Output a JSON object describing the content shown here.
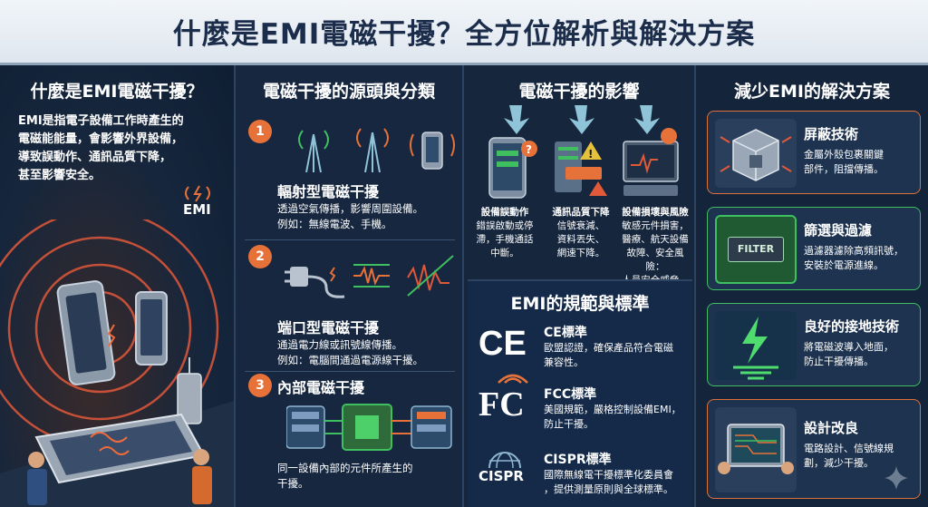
{
  "title": "什麼是EMI電磁干擾？全方位解析與解決方案",
  "col1": {
    "heading": "什麼是EMI電磁干擾？",
    "intro": [
      "EMI是指電子設備工作時產生的",
      "電磁能能量，會影響外界設備，",
      "導致誤動作、通訊品質下降，",
      "甚至影響安全。"
    ],
    "emi_label": "EMI"
  },
  "col2": {
    "heading": "電磁干擾的源頭與分類",
    "items": [
      {
        "num": "1",
        "title": "輻射型電磁干擾",
        "desc": [
          "透過空氣傳播，影響周圍設備。",
          "例如：無線電波、手機。"
        ]
      },
      {
        "num": "2",
        "title": "端口型電磁干擾",
        "desc": [
          "通過電力線或訊號線傳播。",
          "例如：電腦間通過電源線干擾。"
        ]
      },
      {
        "num": "3",
        "title": "內部電磁干擾",
        "desc": [
          "同一設備內部的元件所產生的",
          "干擾。"
        ]
      }
    ]
  },
  "col3": {
    "heading": "電磁干擾的影響",
    "impacts": [
      {
        "title": "設備誤動作",
        "desc": [
          "錯誤啟動或停",
          "滯，手機通話",
          "中斷。"
        ]
      },
      {
        "title": "通訊品質下降",
        "desc": [
          "信號衰減、",
          "資料丟失、",
          "網速下降。"
        ]
      },
      {
        "title": "設備損壞與風險",
        "desc": [
          "敏感元件損害，",
          "醫療、航天設備",
          "故障、安全風險：",
          "人員安全威脅。"
        ]
      }
    ],
    "standards_heading": "EMI的規範與標準",
    "standards": [
      {
        "logo": "CE",
        "name": "CE標準",
        "desc": [
          "歐盟認證，確保產品符合電磁",
          "兼容性。"
        ]
      },
      {
        "logo": "FC",
        "name": "FCC標準",
        "desc": [
          "美國規範，嚴格控制設備EMI，",
          "防止干擾。"
        ]
      },
      {
        "logo": "CISPR",
        "name": "CISPR標準",
        "desc": [
          "國際無線電干擾標準化委員會",
          "，提供測量原則與全球標準。"
        ]
      }
    ]
  },
  "col4": {
    "heading": "減少EMI的解決方案",
    "solutions": [
      {
        "name": "屏蔽技術",
        "desc": [
          "金屬外殼包裹關鍵",
          "部件，阻擋傳播。"
        ]
      },
      {
        "name": "篩選與過濾",
        "desc": [
          "過濾器濾除高頻訊號，",
          "安裝於電源進線。"
        ],
        "chip": "FILTER"
      },
      {
        "name": "良好的接地技術",
        "desc": [
          "將電磁波導入地面，",
          "防止干擾傳播。"
        ]
      },
      {
        "name": "設計改良",
        "desc": [
          "電路設計、信號線規",
          "劃，減少干擾。"
        ]
      }
    ]
  },
  "colors": {
    "accent": "#e6723a",
    "title_text": "#1b2d4a",
    "panel": "#16273f",
    "green": "#3fbf5f"
  }
}
